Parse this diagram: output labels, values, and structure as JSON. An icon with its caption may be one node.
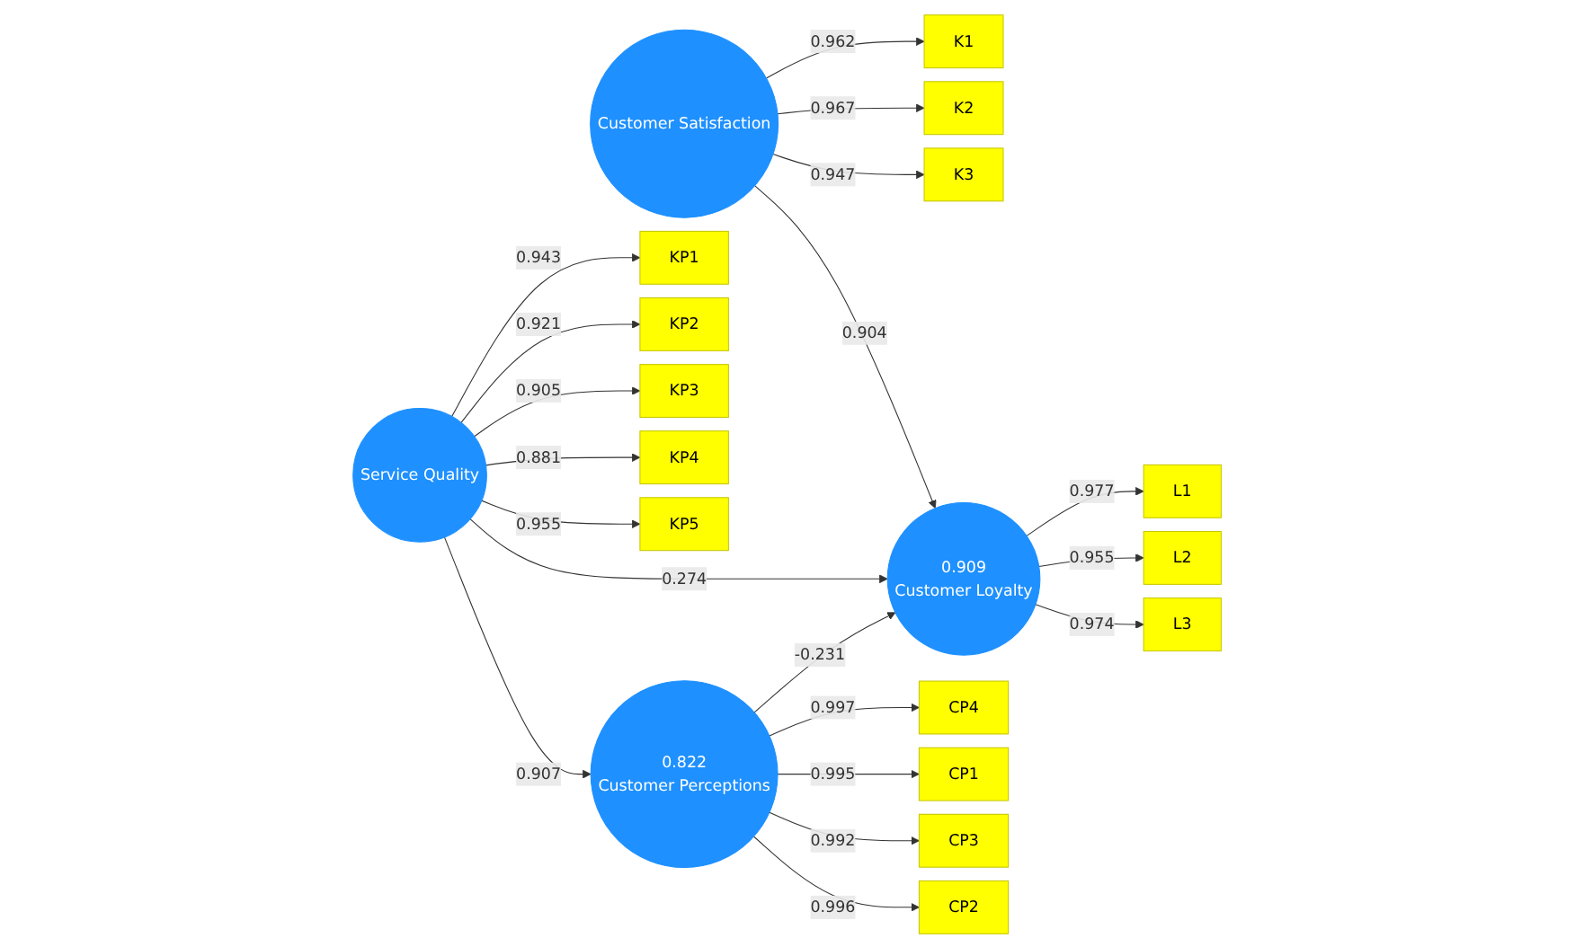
{
  "diagram": {
    "nodes": [
      {
        "text": [
          "K1"
        ]
      },
      {
        "text": [
          "K2"
        ]
      },
      {
        "text": [
          "K3"
        ]
      },
      {
        "text": [
          "Customer Satisfaction"
        ]
      },
      {
        "text": [
          "L1"
        ]
      },
      {
        "text": [
          "L2"
        ]
      },
      {
        "text": [
          "L3"
        ]
      },
      {
        "text": [
          "0.909",
          "Customer Loyalty"
        ]
      },
      {
        "text": [
          "KP1"
        ]
      },
      {
        "text": [
          "KP2"
        ]
      },
      {
        "text": [
          "KP3"
        ]
      },
      {
        "text": [
          "KP4"
        ]
      },
      {
        "text": [
          "KP5"
        ]
      },
      {
        "text": [
          "Service Quality"
        ]
      },
      {
        "text": [
          "0.822",
          "Customer Perceptions"
        ]
      },
      {
        "text": [
          "CP4"
        ]
      },
      {
        "text": [
          "CP1"
        ]
      },
      {
        "text": [
          "CP3"
        ]
      },
      {
        "text": [
          "CP2"
        ]
      }
    ],
    "edges": [
      {
        "from": 3,
        "to": 0,
        "arrow": "to",
        "label": "0.962"
      },
      {
        "from": 3,
        "to": 1,
        "arrow": "to",
        "label": "0.967"
      },
      {
        "from": 3,
        "to": 2,
        "arrow": "to",
        "label": "0.947"
      },
      {
        "from": 3,
        "to": 7,
        "arrow": "to",
        "label": "0.904"
      },
      {
        "from": 7,
        "to": 4,
        "arrow": "to",
        "label": "0.977"
      },
      {
        "from": 7,
        "to": 5,
        "arrow": "to",
        "label": "0.955"
      },
      {
        "from": 7,
        "to": 6,
        "arrow": "to",
        "label": "0.974"
      },
      {
        "from": 13,
        "to": 8,
        "arrow": "to",
        "label": "0.943"
      },
      {
        "from": 13,
        "to": 9,
        "arrow": "to",
        "label": "0.921"
      },
      {
        "from": 13,
        "to": 10,
        "arrow": "to",
        "label": "0.905"
      },
      {
        "from": 13,
        "to": 11,
        "arrow": "to",
        "label": "0.881"
      },
      {
        "from": 13,
        "to": 12,
        "arrow": "to",
        "label": "0.955"
      },
      {
        "from": 13,
        "to": 7,
        "arrow": "to",
        "label": "0.274"
      },
      {
        "from": 13,
        "to": 14,
        "arrow": "to",
        "label": "0.907"
      },
      {
        "from": 14,
        "to": 7,
        "arrow": "to",
        "label": "-0.231"
      },
      {
        "from": 14,
        "to": 15,
        "arrow": "to",
        "label": "0.997"
      },
      {
        "from": 14,
        "to": 17,
        "arrow": "to",
        "label": "0.992"
      },
      {
        "from": 14,
        "to": 16,
        "arrow": "to",
        "label": "0.995"
      },
      {
        "from": 14,
        "to": 18,
        "arrow": "to",
        "label": "0.996"
      }
    ]
  }
}
